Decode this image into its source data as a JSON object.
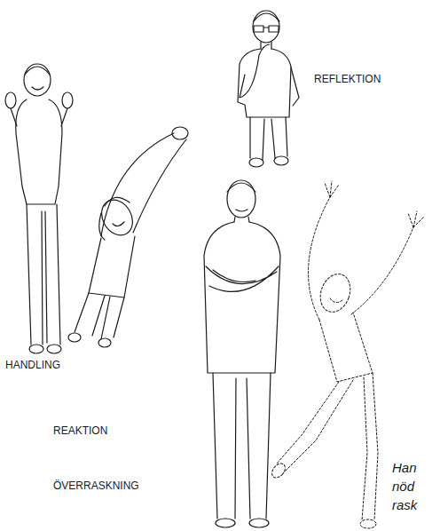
{
  "diagram": {
    "labels": [
      "REFLEKTION",
      "HANDLING",
      "REAKTION",
      "ÖVERRASKNING",
      "Han",
      "nöd",
      "rask"
    ]
  }
}
